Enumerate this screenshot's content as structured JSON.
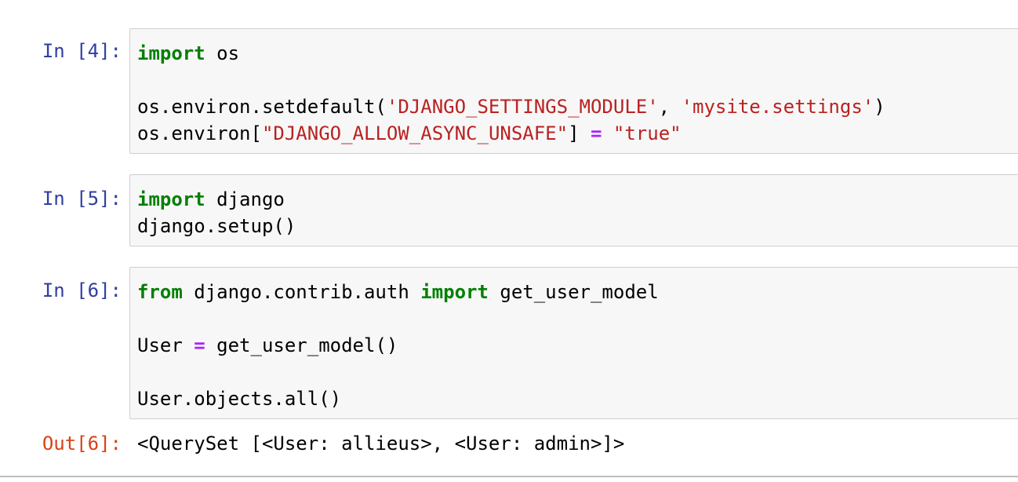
{
  "cells": [
    {
      "prompt": "In [4]:",
      "lines": [
        [
          {
            "t": "kw",
            "v": "import"
          },
          {
            "t": "plain",
            "v": " os"
          }
        ],
        [],
        [
          {
            "t": "plain",
            "v": "os.environ.setdefault("
          },
          {
            "t": "str",
            "v": "'DJANGO_SETTINGS_MODULE'"
          },
          {
            "t": "plain",
            "v": ", "
          },
          {
            "t": "str",
            "v": "'mysite.settings'"
          },
          {
            "t": "plain",
            "v": ")"
          }
        ],
        [
          {
            "t": "plain",
            "v": "os.environ["
          },
          {
            "t": "str",
            "v": "\"DJANGO_ALLOW_ASYNC_UNSAFE\""
          },
          {
            "t": "plain",
            "v": "] "
          },
          {
            "t": "op",
            "v": "="
          },
          {
            "t": "plain",
            "v": " "
          },
          {
            "t": "str",
            "v": "\"true\""
          }
        ]
      ]
    },
    {
      "prompt": "In [5]:",
      "lines": [
        [
          {
            "t": "kw",
            "v": "import"
          },
          {
            "t": "plain",
            "v": " django"
          }
        ],
        [
          {
            "t": "plain",
            "v": "django.setup()"
          }
        ]
      ]
    },
    {
      "prompt": "In [6]:",
      "lines": [
        [
          {
            "t": "kw",
            "v": "from"
          },
          {
            "t": "plain",
            "v": " django.contrib.auth "
          },
          {
            "t": "kw",
            "v": "import"
          },
          {
            "t": "plain",
            "v": " get_user_model"
          }
        ],
        [],
        [
          {
            "t": "plain",
            "v": "User "
          },
          {
            "t": "op",
            "v": "="
          },
          {
            "t": "plain",
            "v": " get_user_model()"
          }
        ],
        [],
        [
          {
            "t": "plain",
            "v": "User.objects.all()"
          }
        ]
      ],
      "output": {
        "prompt": "Out[6]:",
        "text": "<QuerySet [<User: allieus>, <User: admin>]>"
      }
    }
  ],
  "colors": {
    "in_prompt": "#303f9f",
    "out_prompt": "#d84315",
    "keyword": "#008000",
    "string": "#ba2121",
    "operator": "#aa22ff",
    "cell_background": "#f7f7f7",
    "cell_border": "#cfcfcf"
  }
}
